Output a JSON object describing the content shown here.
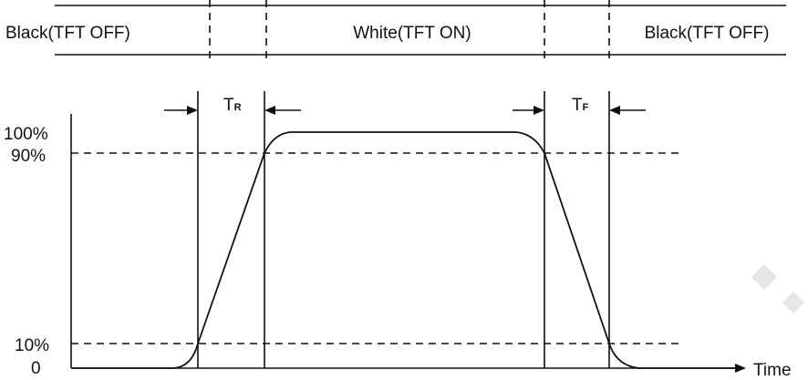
{
  "states": {
    "left_label": "Black(TFT  OFF)",
    "middle_label": "White(TFT ON)",
    "right_label": "Black(TFT OFF)"
  },
  "timing": {
    "rise_main": "T",
    "rise_sub": "R",
    "fall_main": "T",
    "fall_sub": "F"
  },
  "y_axis": {
    "tick_100": "100%",
    "tick_90": "90%",
    "tick_10": "10%",
    "tick_0": "0"
  },
  "x_axis": {
    "label": "Time"
  }
}
